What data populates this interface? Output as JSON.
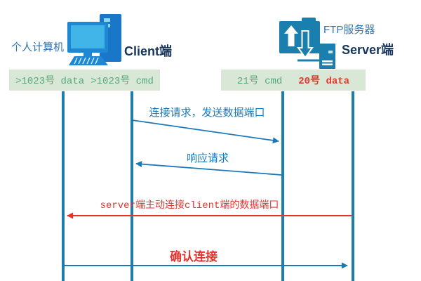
{
  "header": {
    "client": {
      "name": "个人计算机",
      "role": "Client端"
    },
    "server": {
      "name": "FTP服务器",
      "role": "Server端"
    }
  },
  "ports": {
    "client_data": ">1023号 data",
    "client_cmd": ">1023号 cmd",
    "server_cmd": "21号 cmd",
    "server_data": "20号 data"
  },
  "messages": [
    {
      "text": "连接请求，发送数据端口",
      "direction": "client-to-server"
    },
    {
      "text": "响应请求",
      "direction": "server-to-client"
    },
    {
      "text": "server端主动连接client端的数据端口",
      "direction": "server-to-client"
    },
    {
      "text": "确认连接",
      "direction": "client-to-server"
    }
  ],
  "colors": {
    "lifeline": "#1f7ea9",
    "arrow_blue": "#1a79b8",
    "arrow_red": "#e5322d",
    "banner_bg": "#d9e8d6",
    "banner_text_green": "#56a97a",
    "banner_text_red": "#e0392f",
    "title_blue": "#2e75b5",
    "title_navy": "#17365d"
  }
}
